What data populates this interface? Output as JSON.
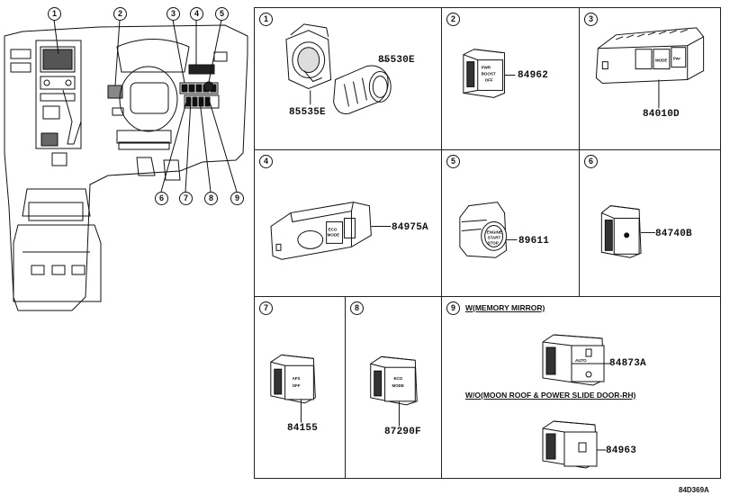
{
  "overview": {
    "callouts": [
      "1",
      "2",
      "3",
      "4",
      "5",
      "6",
      "7",
      "8",
      "9"
    ]
  },
  "panels": [
    {
      "num": "1",
      "parts": [
        "85530E",
        "85535E"
      ]
    },
    {
      "num": "2",
      "parts": [
        "84962"
      ]
    },
    {
      "num": "3",
      "parts": [
        "84010D"
      ]
    },
    {
      "num": "4",
      "parts": [
        "84975A"
      ]
    },
    {
      "num": "5",
      "parts": [
        "89611"
      ]
    },
    {
      "num": "6",
      "parts": [
        "84740B"
      ]
    },
    {
      "num": "7",
      "parts": [
        "84155"
      ]
    },
    {
      "num": "8",
      "parts": [
        "87290F"
      ]
    },
    {
      "num": "9",
      "conditions": [
        "W(MEMORY MIRROR)",
        "W/O(MOON ROOF & POWER SLIDE DOOR-RH)"
      ],
      "parts": [
        "84873A",
        "84963"
      ]
    }
  ],
  "switch_labels": {
    "p2": [
      "PWR",
      "BOOST",
      "OFF"
    ],
    "p3": [
      "MODE",
      "Pwr"
    ],
    "p4": [
      "ECO",
      "MODE"
    ],
    "p5": [
      "ENGINE",
      "START",
      "STOP"
    ],
    "p7": [
      "AFS",
      "OFF"
    ],
    "p8": [
      "ECO",
      "MODE"
    ],
    "p9": [
      "AUTO"
    ]
  },
  "diagram_code": "84D369A"
}
